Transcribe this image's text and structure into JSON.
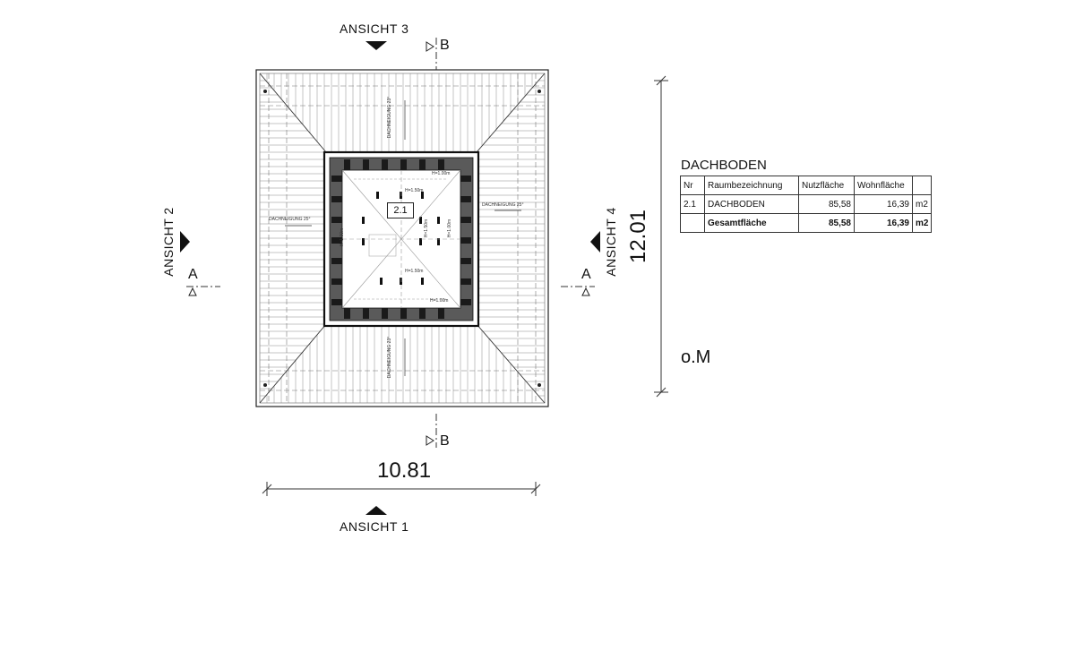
{
  "views": {
    "top": "ANSICHT 3",
    "bottom": "ANSICHT 1",
    "left": "ANSICHT 2",
    "right": "ANSICHT 4"
  },
  "sections": {
    "a_left": "A",
    "a_right": "A",
    "b_top": "B",
    "b_bottom": "B"
  },
  "dimensions": {
    "width": "10.81",
    "height": "12.01"
  },
  "room_label": "2.1",
  "roof_slopes": {
    "north": "DACHNEIGUNG 23°",
    "south": "DACHNEIGUNG 23°",
    "west": "DACHNEIGUNG 25°",
    "east": "DACHNEIGUNG 25°"
  },
  "heights": {
    "h1": "H=1.00m",
    "h2": "H=1.50m",
    "h3": "H=1.00m",
    "h4": "H=1.50m",
    "h5": "H=1.00m",
    "h6": "H=1.50m",
    "h7": "H=1.00m"
  },
  "room_table": {
    "title": "DACHBODEN",
    "headers": [
      "Nr",
      "Raumbezeichnung",
      "Nutzfläche",
      "Wohnfläche",
      ""
    ],
    "rows": [
      [
        "2.1",
        "DACHBODEN",
        "85,58",
        "16,39",
        "m2"
      ]
    ],
    "total": [
      "",
      "Gesamtfläche",
      "85,58",
      "16,39",
      "m2"
    ]
  },
  "level_note": "o.M"
}
